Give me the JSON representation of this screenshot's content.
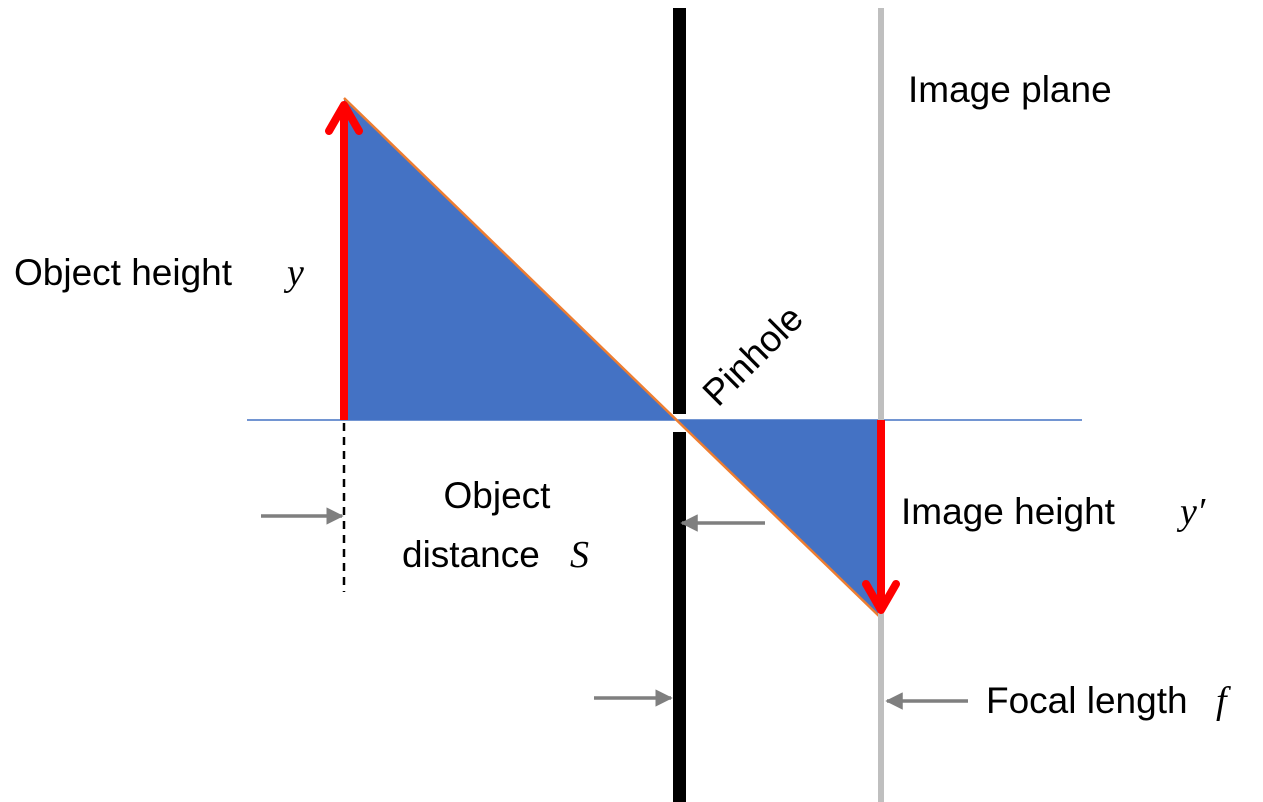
{
  "labels": {
    "image_plane": "Image plane",
    "object_height_text": "Object height",
    "object_height_symbol": "y",
    "pinhole": "Pinhole",
    "object_distance_line1": "Object",
    "object_distance_line2": "distance",
    "object_distance_symbol": "S",
    "image_height_text": "Image height",
    "image_height_symbol": "y′",
    "focal_length_text": "Focal length",
    "focal_length_symbol": "f"
  },
  "colors": {
    "triangle_fill": "#4472c4",
    "ray_line": "#ed7d31",
    "height_arrow": "#ff0000",
    "axis_line": "#4472c4",
    "barrier": "#000000",
    "image_plane_line": "#bfbfbf",
    "dimension_arrow": "#7f7f7f"
  }
}
